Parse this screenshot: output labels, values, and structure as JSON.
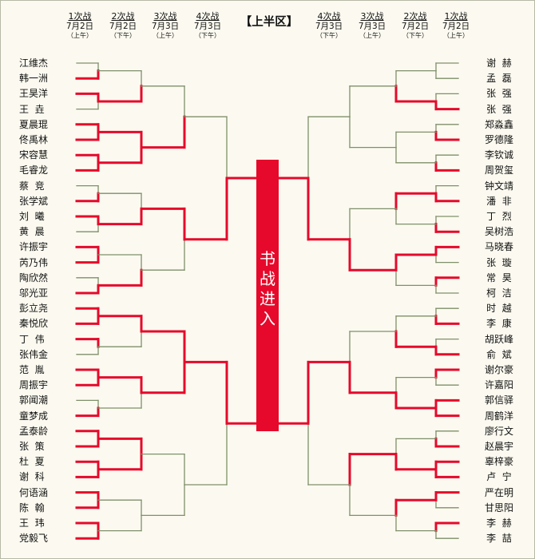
{
  "title": "【上半区】",
  "center_label": "书战进入",
  "rounds_left": [
    {
      "round": "1次战",
      "date": "7月2日",
      "session": "（上午）"
    },
    {
      "round": "2次战",
      "date": "7月2日",
      "session": "（下午）"
    },
    {
      "round": "3次战",
      "date": "7月3日",
      "session": "（上午）"
    },
    {
      "round": "4次战",
      "date": "7月3日",
      "session": "（下午）"
    }
  ],
  "rounds_right": [
    {
      "round": "4次战",
      "date": "7月3日",
      "session": "（下午）"
    },
    {
      "round": "3次战",
      "date": "7月3日",
      "session": "（上午）"
    },
    {
      "round": "2次战",
      "date": "7月2日",
      "session": "（下午）"
    },
    {
      "round": "1次战",
      "date": "7月2日",
      "session": "（上午）"
    }
  ],
  "players_left": [
    "江维杰",
    "韩一洲",
    "王昊洋",
    "王  垚",
    "夏晨琨",
    "佟禹林",
    "宋容慧",
    "毛睿龙",
    "蔡  竞",
    "张学斌",
    "刘  曦",
    "黄  晨",
    "许振宇",
    "芮乃伟",
    "陶欣然",
    "邬光亚",
    "彭立尧",
    "秦悦欣",
    "丁  伟",
    "张伟金",
    "范  胤",
    "周振宇",
    "郭闻潮",
    "童梦成",
    "孟泰龄",
    "张  策",
    "杜  夏",
    "谢  科",
    "何语涵",
    "陈  翰",
    "王  玮",
    "党毅飞"
  ],
  "players_right": [
    "谢  赫",
    "孟  磊",
    "张  强",
    "张  强",
    "郑淼鑫",
    "罗德隆",
    "李钦诚",
    "周贺玺",
    "钟文靖",
    "潘  非",
    "丁  烈",
    "吴树浩",
    "马晓春",
    "张  璇",
    "常  昊",
    "柯  洁",
    "时  越",
    "李  康",
    "胡跃峰",
    "俞  斌",
    "谢尔豪",
    "许嘉阳",
    "郭信驿",
    "周鹤洋",
    "廖行文",
    "赵晨宇",
    "辜梓豪",
    "卢  宁",
    "严在明",
    "甘思阳",
    "李  赫",
    "李  喆"
  ],
  "winners": {
    "left": {
      "r1": [
        0,
        1,
        1,
        0,
        1,
        1,
        1,
        1,
        0,
        1,
        1,
        0,
        1,
        1,
        0,
        1,
        1,
        1,
        1,
        0,
        1,
        1,
        0,
        1,
        1,
        1,
        1,
        1,
        1,
        1,
        1,
        1
      ],
      "r2": [
        0,
        1,
        1,
        1,
        0,
        1,
        0,
        1,
        1,
        0,
        1,
        0,
        1,
        1,
        0,
        0
      ],
      "r3": [
        0,
        1,
        1,
        0,
        1,
        1,
        0,
        0
      ],
      "r4": [
        0,
        1,
        1,
        0
      ]
    },
    "right": {
      "r1": [
        0,
        0,
        0,
        1,
        0,
        1,
        0,
        1,
        0,
        1,
        0,
        1,
        1,
        0,
        1,
        0,
        0,
        1,
        0,
        1,
        1,
        0,
        1,
        1,
        0,
        1,
        1,
        1,
        1,
        0,
        1,
        0
      ],
      "r2": [
        0,
        1,
        0,
        0,
        1,
        0,
        1,
        0,
        0,
        1,
        0,
        1,
        0,
        1,
        1,
        0
      ],
      "r3": [
        0,
        0,
        0,
        1,
        0,
        1,
        1,
        0
      ],
      "r4": [
        0,
        1,
        1,
        0
      ]
    }
  },
  "colors": {
    "winner": "#e6092b",
    "loser": "#7f8f6a",
    "background": "#fcfaf0"
  }
}
